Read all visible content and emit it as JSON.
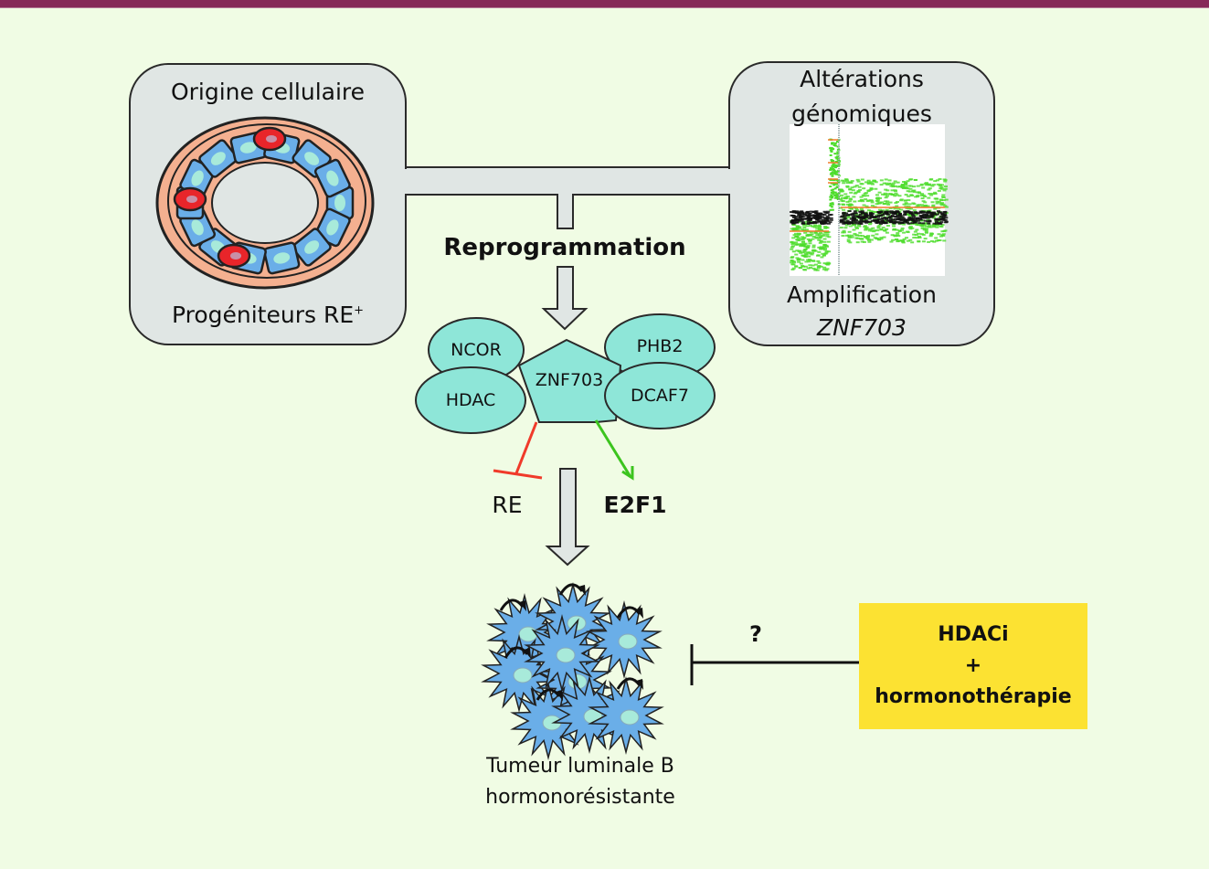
{
  "colors": {
    "header_bar": "#862a58",
    "background": "#f0fce4",
    "panel": "#e0e6e4",
    "protein": "#8ee6d8",
    "cell_blue": "#6aaee8",
    "nucleus": "#a8eada",
    "progenitor_red": "#e8252a",
    "myo": "#f4b090",
    "inhibit_red": "#f03a2a",
    "activate_green": "#3cc41e",
    "therapy_yellow": "#fce232"
  },
  "left_panel": {
    "title": "Origine cellulaire",
    "caption": "Progéniteurs RE",
    "caption_sup": "+",
    "image_icon": "mammary-duct-illustration"
  },
  "right_panel": {
    "title_line1": "Altérations",
    "title_line2": "génomiques",
    "caption": "Amplification",
    "caption_gene": "ZNF703",
    "image_icon": "copy-number-plot"
  },
  "center": {
    "process_label": "Reprogrammation",
    "complex": {
      "core": "ZNF703",
      "partners": [
        "NCOR",
        "HDAC",
        "PHB2",
        "DCAF7"
      ]
    },
    "inhibited_target": "RE",
    "activated_target": "E2F1"
  },
  "tumor": {
    "caption_line1": "Tumeur luminale B",
    "caption_line2": "hormonorésistante",
    "image_icon": "proliferating-tumor-cells"
  },
  "therapy": {
    "line1": "HDACi",
    "line2": "+",
    "line3": "hormonothérapie",
    "uncertainty_label": "?"
  }
}
